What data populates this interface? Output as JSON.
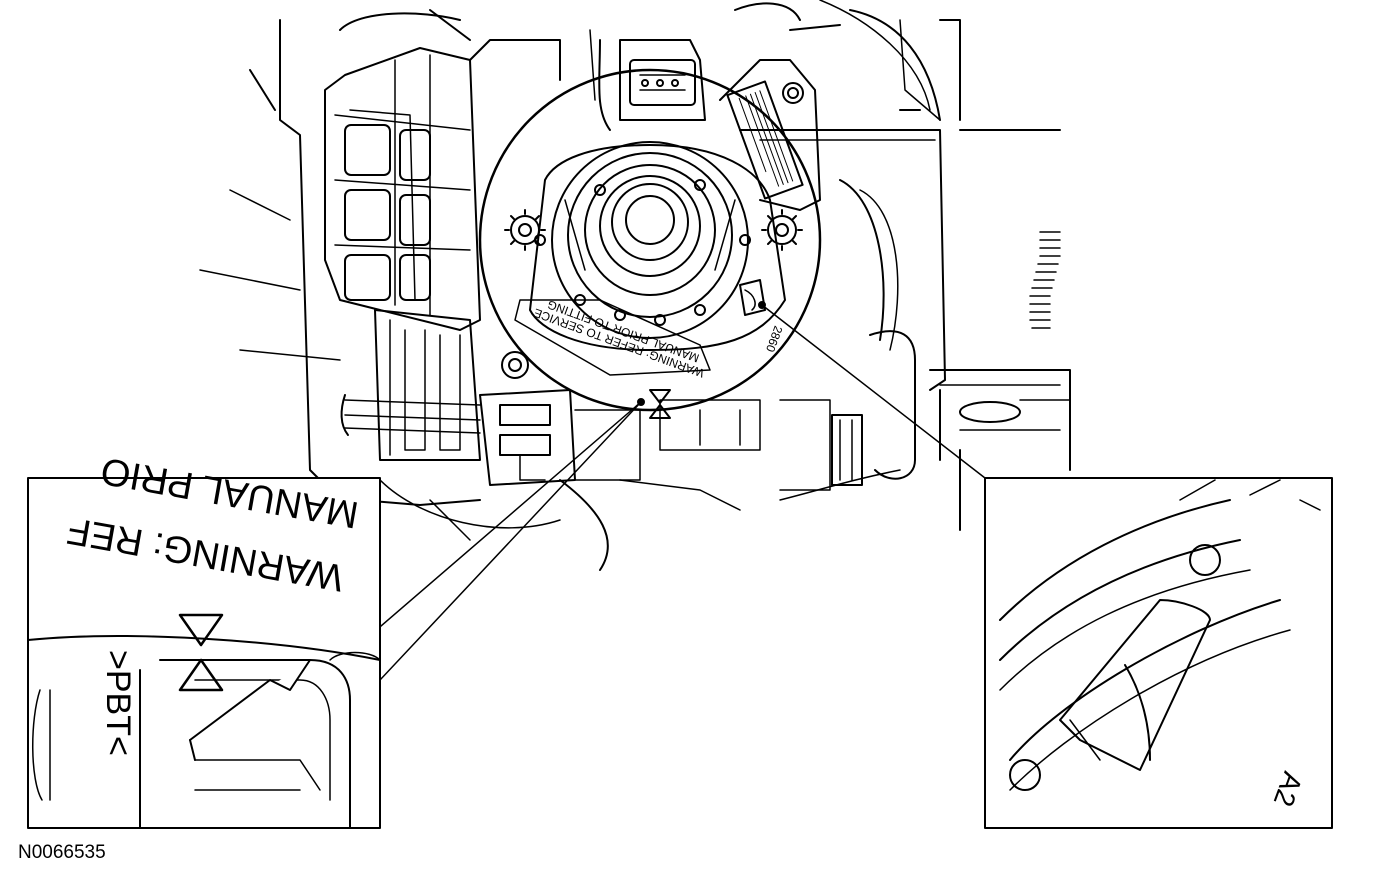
{
  "figure": {
    "ref_code": "N0066535",
    "clockspring_label_line1": "WARNING: REFER TO SERVICE",
    "clockspring_label_line2": "MANUAL PRIOR TO FITTING",
    "clockspring_code": "2860",
    "detail_left_line1": "WARNING: REF",
    "detail_left_line2": "MANUAL PRIO",
    "detail_left_material": ">PBT<",
    "detail_right_code": "A2"
  },
  "colors": {
    "line": "#000000",
    "background": "#ffffff"
  }
}
